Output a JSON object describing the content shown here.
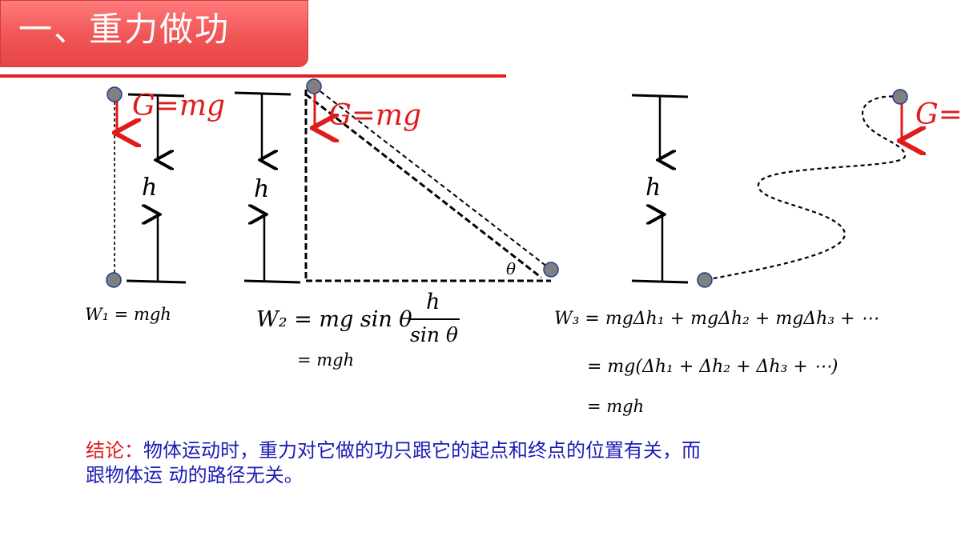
{
  "title": "一、重力做功",
  "force_label": "G=mg",
  "force_label_clipped": "G=",
  "height_label": "h",
  "angle_label": "θ",
  "formulas": {
    "w1": "W₁ = mgh",
    "w2_left": "W₂ = mg sin θ",
    "w2_num": "h",
    "w2_den": "sin θ",
    "w2_result": "= mgh",
    "w3_line1": "W₃ = mgΔh₁ + mgΔh₂ + mgΔh₃ + ⋯",
    "w3_line2": "= mg(Δh₁ + Δh₂ + Δh₃ + ⋯)",
    "w3_line3": "= mgh"
  },
  "conclusion": {
    "label": "结论：",
    "line1": "物体运动时，重力对它做的功只跟它的起点和终点的位置有关，而",
    "line2": "跟物体运 动的路径无关。"
  },
  "colors": {
    "red": "#e11b1b",
    "blue": "#1b1bb5",
    "ball": "#808080",
    "ball_edge": "#1f3d8c"
  }
}
